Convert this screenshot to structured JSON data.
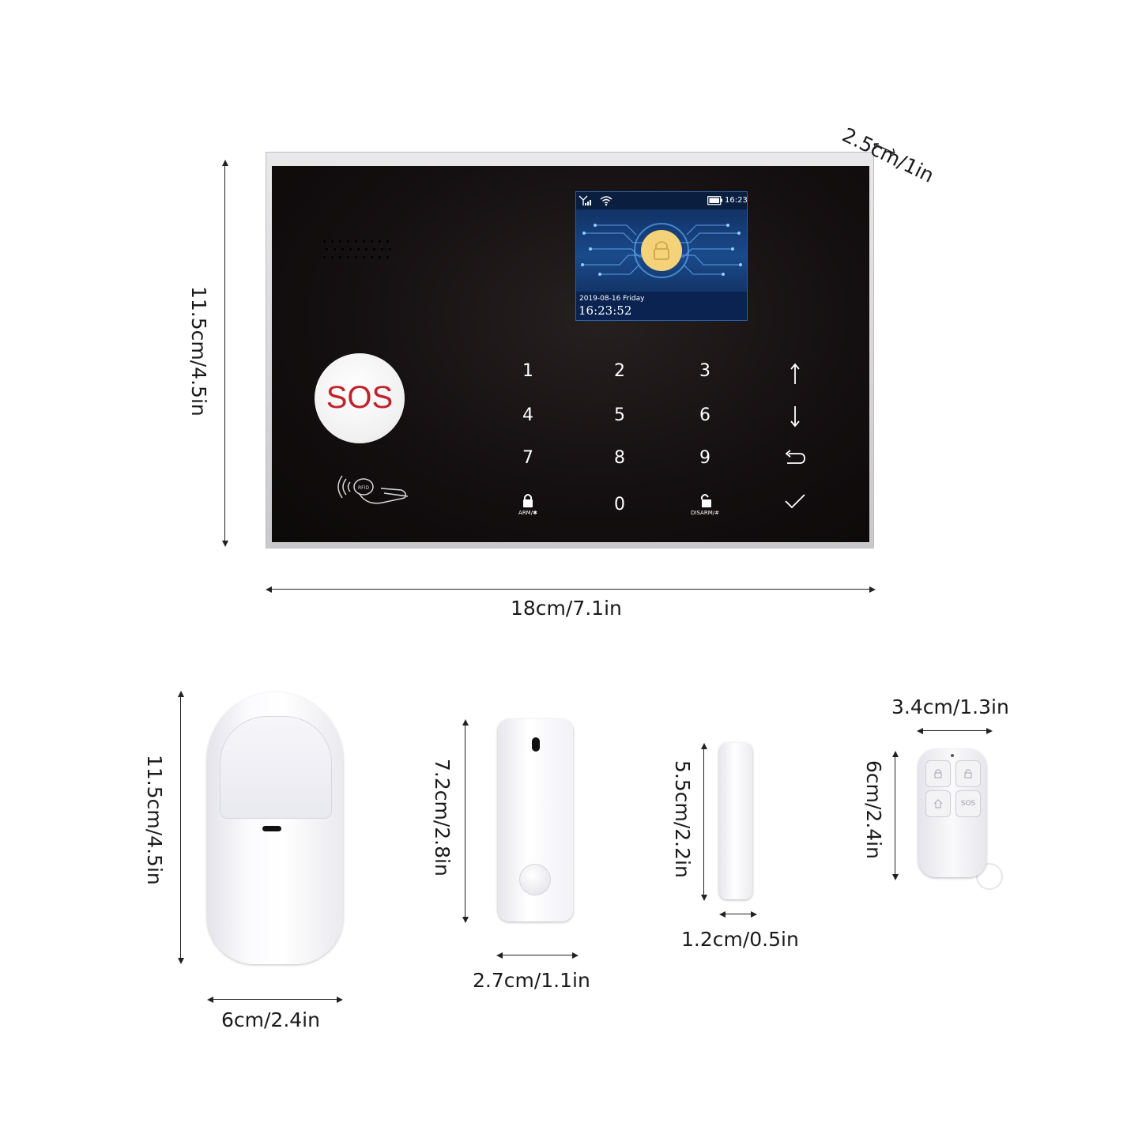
{
  "panel": {
    "depth_label": "2.5cm/1in",
    "height_label": "11.5cm/4.5in",
    "width_label": "18cm/7.1in",
    "screen": {
      "clock_small": "16:23",
      "date_line": "2019-08-16 Friday",
      "time_large": "16:23:52"
    },
    "sos_label": "SOS",
    "rfid_label": "RFID",
    "keys": [
      "1",
      "2",
      "3",
      "4",
      "5",
      "6",
      "7",
      "8",
      "9",
      "0"
    ],
    "arm_label": "ARM/✱",
    "disarm_label": "DISARM/#"
  },
  "pir_sensor": {
    "height_label": "11.5cm/4.5in",
    "width_label": "6cm/2.4in"
  },
  "door_sensor": {
    "height_label": "7.2cm/2.8in",
    "width_label": "2.7cm/1.1in"
  },
  "magnet": {
    "height_label": "5.5cm/2.2in",
    "width_label": "1.2cm/0.5in"
  },
  "remote": {
    "width_label": "3.4cm/1.3in",
    "height_label": "6cm/2.4in",
    "sos_button": "SOS"
  },
  "icons": [
    "arrow-up-icon",
    "arrow-down-icon",
    "back-icon",
    "check-icon",
    "lock-icon",
    "unlock-icon",
    "signal-icon",
    "wifi-icon",
    "battery-icon",
    "rfid-icon"
  ],
  "colors": {
    "panel_face": "#140f10",
    "sos_red": "#c0232b",
    "screen_blue": "#1a4a8a",
    "lock_gold": "#f3d27a"
  }
}
